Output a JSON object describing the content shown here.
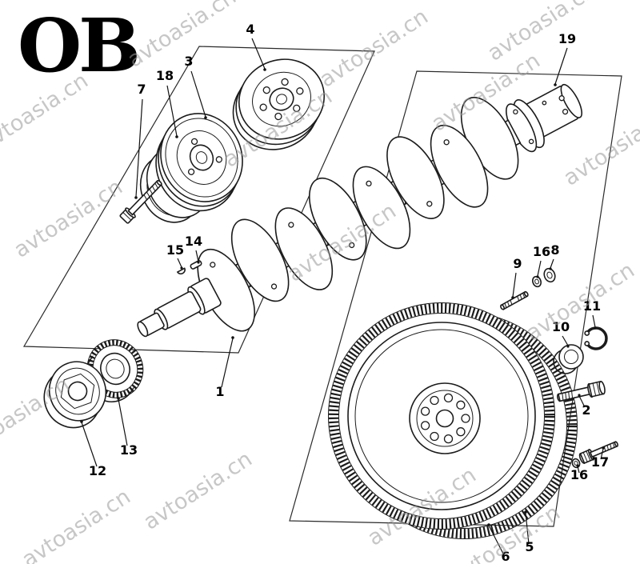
{
  "page": {
    "code": "OB",
    "background": "#ffffff",
    "ink_color": "#1b1b1b"
  },
  "watermark": {
    "text": "avtoasia.cn",
    "color": "#9a9a9a"
  },
  "diagram": {
    "callouts": [
      {
        "label": "4"
      },
      {
        "label": "3"
      },
      {
        "label": "18"
      },
      {
        "label": "7"
      },
      {
        "label": "19"
      },
      {
        "label": "15"
      },
      {
        "label": "14"
      },
      {
        "label": "1"
      },
      {
        "label": "12"
      },
      {
        "label": "13"
      },
      {
        "label": "9"
      },
      {
        "label": "16"
      },
      {
        "label": "8"
      },
      {
        "label": "11"
      },
      {
        "label": "10"
      },
      {
        "label": "2"
      },
      {
        "label": "17"
      },
      {
        "label": "16"
      },
      {
        "label": "6"
      },
      {
        "label": "5"
      }
    ]
  }
}
